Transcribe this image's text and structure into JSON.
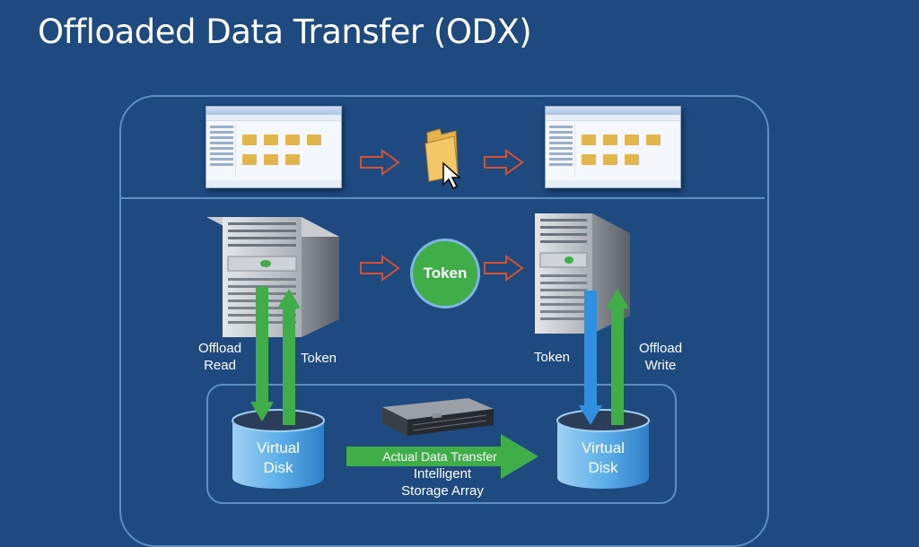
{
  "title": "Offloaded Data Transfer (ODX)",
  "token_label": "Token",
  "left": {
    "offload_label_line1": "Offload",
    "offload_label_line2": "Read",
    "token_label": "Token",
    "disk_line1": "Virtual",
    "disk_line2": "Disk"
  },
  "right": {
    "offload_label_line1": "Offload",
    "offload_label_line2": "Write",
    "token_label": "Token",
    "disk_line1": "Virtual",
    "disk_line2": "Disk"
  },
  "transfer": {
    "label": "Actual Data Transfer",
    "storage_line1": "Intelligent",
    "storage_line2": "Storage Array"
  },
  "colors": {
    "background": "#1e4a80",
    "green_arrow": "#3fae49",
    "blue_arrow": "#2f8fe0",
    "red_arrow": "#d9502e",
    "outline": "#5f8ec0"
  }
}
